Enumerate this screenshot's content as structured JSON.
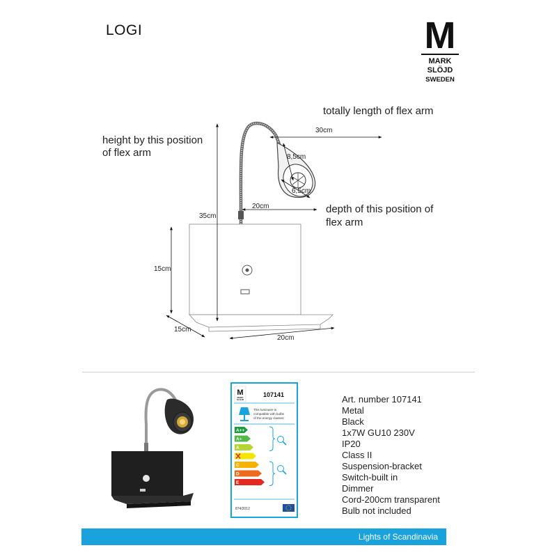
{
  "product": {
    "name": "LOGI"
  },
  "brand": {
    "logo_letter": "M",
    "logo_line1": "MARK",
    "logo_line2": "SLÖJD",
    "logo_line3": "SWEDEN"
  },
  "notes": {
    "flex_length": "totally length of flex arm",
    "height_line1": "height by this position",
    "height_line2": "of flex arm",
    "depth_line1": "depth of this position of",
    "depth_line2": "flex arm"
  },
  "dimensions": {
    "arm_length": "30cm",
    "shade_diameter": "8,5cm",
    "shade_depth": "6,5cm",
    "arm_depth": "20cm",
    "total_height": "35cm",
    "box_height": "15cm",
    "box_depth": "15cm",
    "box_width": "20cm"
  },
  "energy_label": {
    "article": "107141",
    "compat_line1": "This luminaire is",
    "compat_line2": "compatible with bulbs",
    "compat_line3": "of the energy classes:",
    "classes": [
      "A++",
      "A+",
      "A",
      "B",
      "C",
      "D",
      "E"
    ],
    "regulation": "874/2012",
    "colors": [
      "#1a9e3c",
      "#52b848",
      "#b6d433",
      "#f4e400",
      "#f7b200",
      "#ec6b1c",
      "#e3281f"
    ]
  },
  "specs": [
    "Art. number 107141",
    "Metal",
    "Black",
    "1x7W GU10 230V",
    "IP20",
    "Class II",
    "Suspension-bracket",
    "Switch-built in",
    "Dimmer",
    "Cord-200cm transparent",
    "Bulb not included"
  ],
  "footer": {
    "tagline": "Lights of Scandinavia"
  }
}
